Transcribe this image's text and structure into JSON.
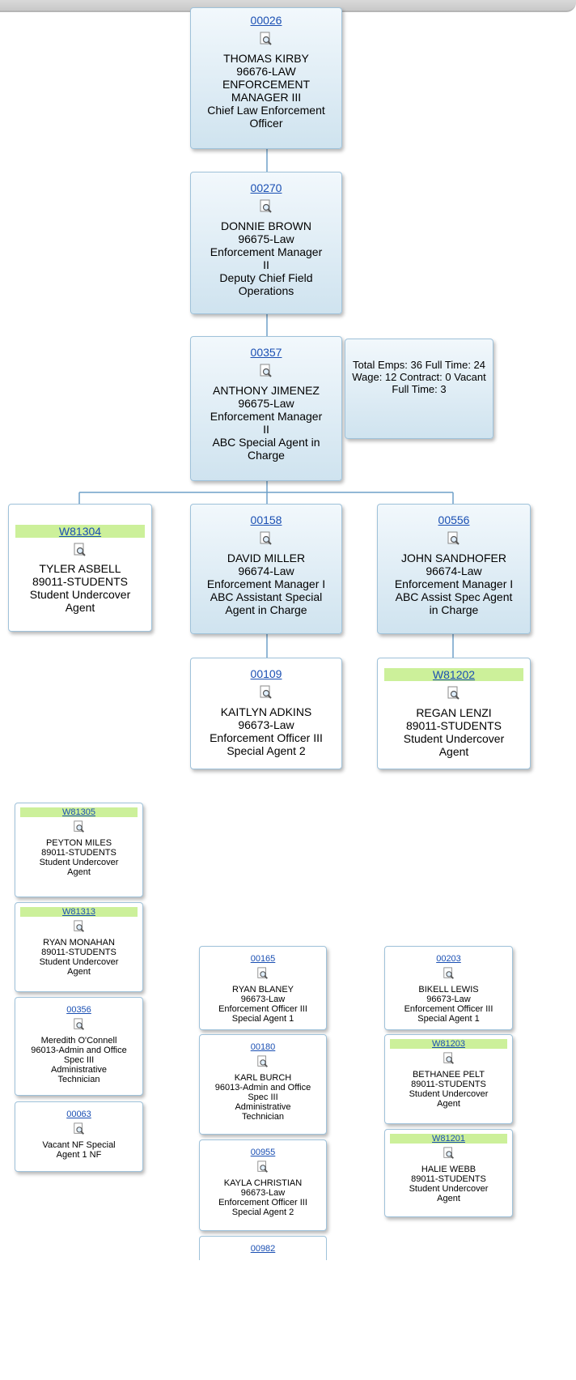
{
  "stats": [
    "Total Emps: 36",
    "Full Time: 24",
    "Wage: 12",
    "Contract: 0",
    "Vacant Full Time: 3"
  ],
  "nodes": {
    "n00026": {
      "code": "00026",
      "lines": [
        "THOMAS KIRBY",
        "96676-LAW",
        "ENFORCEMENT",
        "MANAGER III",
        "Chief Law Enforcement",
        "Officer"
      ]
    },
    "n00270": {
      "code": "00270",
      "lines": [
        "DONNIE BROWN",
        "96675-Law",
        "Enforcement Manager",
        "II",
        "Deputy Chief Field",
        "Operations"
      ]
    },
    "n00357": {
      "code": "00357",
      "lines": [
        "ANTHONY JIMENEZ",
        "96675-Law",
        "Enforcement Manager",
        "II",
        "ABC Special Agent in",
        "Charge"
      ]
    },
    "w81304": {
      "code": "W81304",
      "lines": [
        "TYLER ASBELL",
        "89011-STUDENTS",
        "Student Undercover",
        "Agent"
      ]
    },
    "n00158": {
      "code": "00158",
      "lines": [
        "DAVID MILLER",
        "96674-Law",
        "Enforcement Manager I",
        "ABC Assistant Special",
        "Agent in Charge"
      ]
    },
    "n00556": {
      "code": "00556",
      "lines": [
        "JOHN SANDHOFER",
        "96674-Law",
        "Enforcement Manager I",
        "ABC Assist Spec Agent",
        "in Charge"
      ]
    },
    "n00109": {
      "code": "00109",
      "lines": [
        "KAITLYN ADKINS",
        "96673-Law",
        "Enforcement Officer III",
        "Special Agent 2"
      ]
    },
    "w81202": {
      "code": "W81202",
      "lines": [
        "REGAN LENZI",
        "89011-STUDENTS",
        "Student Undercover",
        "Agent"
      ]
    },
    "w81305": {
      "code": "W81305",
      "lines": [
        "PEYTON MILES",
        "89011-STUDENTS",
        "Student Undercover",
        "Agent"
      ]
    },
    "w81313": {
      "code": "W81313",
      "lines": [
        "RYAN MONAHAN",
        "89011-STUDENTS",
        "Student Undercover",
        "Agent"
      ]
    },
    "n00356": {
      "code": "00356",
      "lines": [
        "Meredith O'Connell",
        "96013-Admin and Office",
        "Spec III",
        "Administrative",
        "Technician"
      ]
    },
    "n00063": {
      "code": "00063",
      "lines": [
        "Vacant NF Special",
        "Agent 1 NF"
      ]
    },
    "n00165": {
      "code": "00165",
      "lines": [
        "RYAN BLANEY",
        "96673-Law",
        "Enforcement Officer III",
        "Special Agent 1"
      ]
    },
    "n00180": {
      "code": "00180",
      "lines": [
        "KARL BURCH",
        "96013-Admin and Office",
        "Spec III",
        "Administrative",
        "Technician"
      ]
    },
    "n00955": {
      "code": "00955",
      "lines": [
        "KAYLA CHRISTIAN",
        "96673-Law",
        "Enforcement Officer III",
        "Special Agent 2"
      ]
    },
    "n00982": {
      "code": "00982",
      "lines": []
    },
    "n00203": {
      "code": "00203",
      "lines": [
        "BIKELL LEWIS",
        "96673-Law",
        "Enforcement Officer III",
        "Special Agent 1"
      ]
    },
    "w81203": {
      "code": "W81203",
      "lines": [
        "BETHANEE PELT",
        "89011-STUDENTS",
        "Student Undercover",
        "Agent"
      ]
    },
    "w81201": {
      "code": "W81201",
      "lines": [
        "HALIE WEBB",
        "89011-STUDENTS",
        "Student Undercover",
        "Agent"
      ]
    }
  }
}
